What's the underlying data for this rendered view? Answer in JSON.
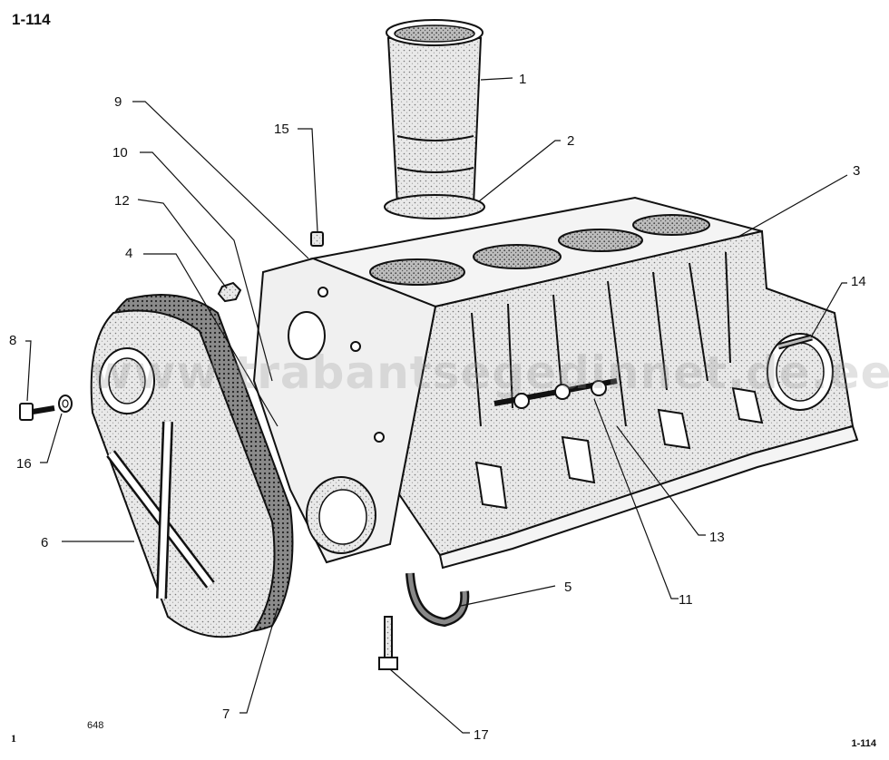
{
  "page_labels": {
    "top": "1-114",
    "bottom": "1-114",
    "plate": "1",
    "image_number": "648"
  },
  "watermark": "www.trabantsegedinnet.de.ee",
  "callouts": [
    {
      "id": "c1",
      "label": "1"
    },
    {
      "id": "c2",
      "label": "2"
    },
    {
      "id": "c3",
      "label": "3"
    },
    {
      "id": "c4",
      "label": "4"
    },
    {
      "id": "c5",
      "label": "5"
    },
    {
      "id": "c6",
      "label": "6"
    },
    {
      "id": "c7",
      "label": "7"
    },
    {
      "id": "c8",
      "label": "8"
    },
    {
      "id": "c9",
      "label": "9"
    },
    {
      "id": "c10",
      "label": "10"
    },
    {
      "id": "c11",
      "label": "11"
    },
    {
      "id": "c12",
      "label": "12"
    },
    {
      "id": "c13",
      "label": "13"
    },
    {
      "id": "c14",
      "label": "14"
    },
    {
      "id": "c15",
      "label": "15"
    },
    {
      "id": "c16",
      "label": "16"
    },
    {
      "id": "c17",
      "label": "17"
    }
  ]
}
